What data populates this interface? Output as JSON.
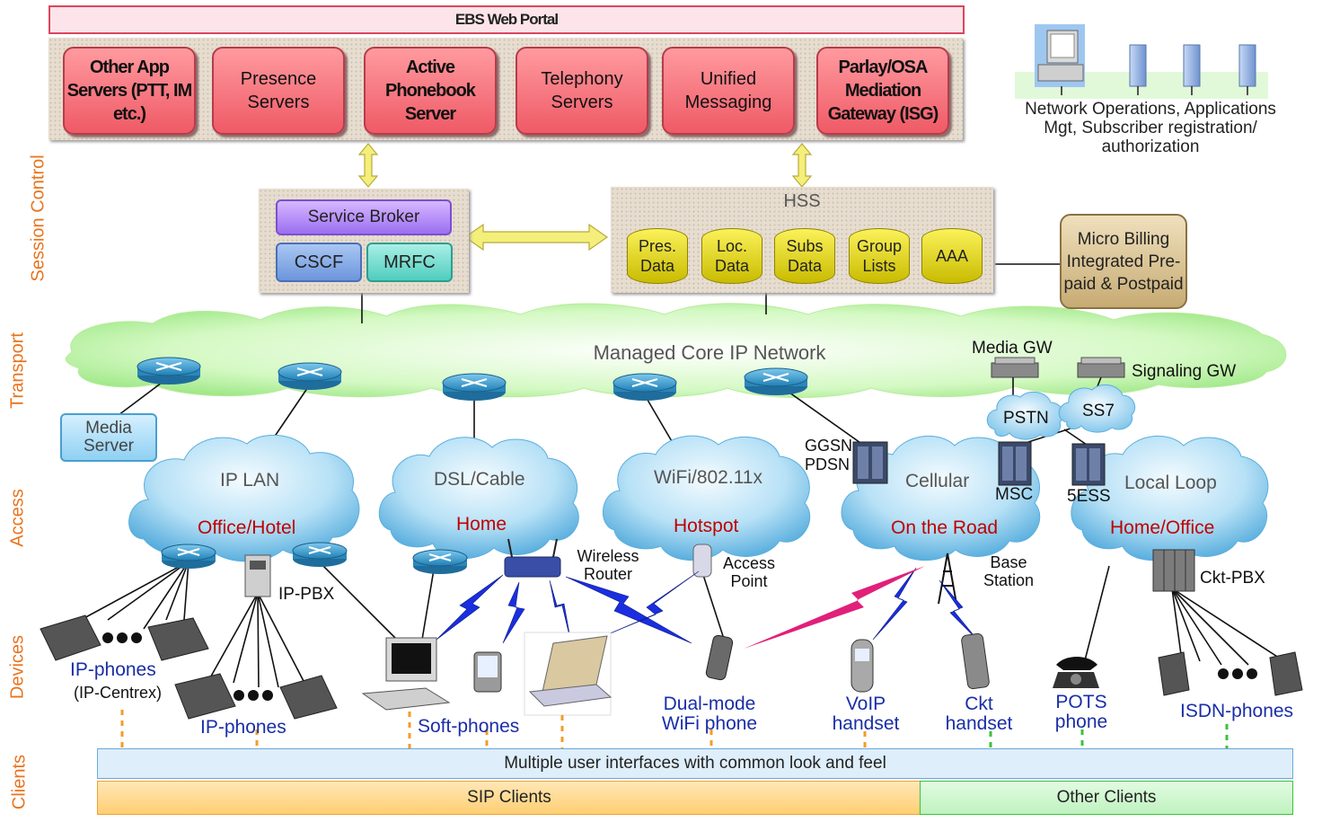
{
  "layers": {
    "session_control": "Session Control",
    "transport": "Transport",
    "access": "Access",
    "devices": "Devices",
    "clients": "Clients"
  },
  "portal": {
    "title": "EBS Web Portal"
  },
  "app_servers": [
    {
      "label": "Other App Servers (PTT, IM etc.)"
    },
    {
      "label": "Presence Servers"
    },
    {
      "label": "Active Phonebook Server"
    },
    {
      "label": "Telephony Servers"
    },
    {
      "label": "Unified Messaging"
    },
    {
      "label": "Parlay/OSA Mediation Gateway (ISG)"
    }
  ],
  "nms": {
    "label": "Network Operations, Applications Mgt, Subscriber registration/ authorization"
  },
  "session_box": {
    "service_broker": "Service Broker",
    "cscf": "CSCF",
    "mrfc": "MRFC"
  },
  "hss": {
    "title": "HSS",
    "databases": [
      "Pres. Data",
      "Loc. Data",
      "Subs Data",
      "Group Lists",
      "AAA"
    ]
  },
  "micro_billing": {
    "label": "Micro Billing Integrated Pre-paid & Postpaid"
  },
  "core": {
    "label": "Managed Core IP Network",
    "media_gw": "Media GW",
    "signaling_gw": "Signaling GW",
    "pstn": "PSTN",
    "ss7": "SS7",
    "media_server": "Media Server",
    "ggsn": "GGSN PDSN",
    "msc": "MSC",
    "ess": "5ESS"
  },
  "access_clouds": [
    {
      "title": "IP LAN",
      "subtitle": "Office/Hotel"
    },
    {
      "title": "DSL/Cable",
      "subtitle": "Home"
    },
    {
      "title": "WiFi/802.11x",
      "subtitle": "Hotspot"
    },
    {
      "title": "Cellular",
      "subtitle": "On the Road"
    },
    {
      "title": "Local Loop",
      "subtitle": "Home/Office"
    }
  ],
  "access_devices": {
    "ip_pbx": "IP-PBX",
    "wireless_router": "Wireless Router",
    "access_point": "Access Point",
    "base_station": "Base Station",
    "ckt_pbx": "Ckt-PBX"
  },
  "devices": {
    "ip_phones_centrex": "IP-phones",
    "centrex_note": "(IP-Centrex)",
    "ip_phones": "IP-phones",
    "soft_phones": "Soft-phones",
    "dual_mode": "Dual-mode WiFi phone",
    "voip": "VoIP handset",
    "ckt": "Ckt handset",
    "pots": "POTS phone",
    "isdn": "ISDN-phones"
  },
  "clients": {
    "common": "Multiple user interfaces with common look and feel",
    "sip": "SIP Clients",
    "other": "Other Clients"
  },
  "colors": {
    "app_server_fill": "#f0606b",
    "cloud_fill": "#8fd0f2",
    "core_cloud_fill": "#c9f7b4",
    "layer_label": "#e8741f",
    "lightning_blue": "#1a2ee0",
    "lightning_pink": "#e0207a"
  }
}
